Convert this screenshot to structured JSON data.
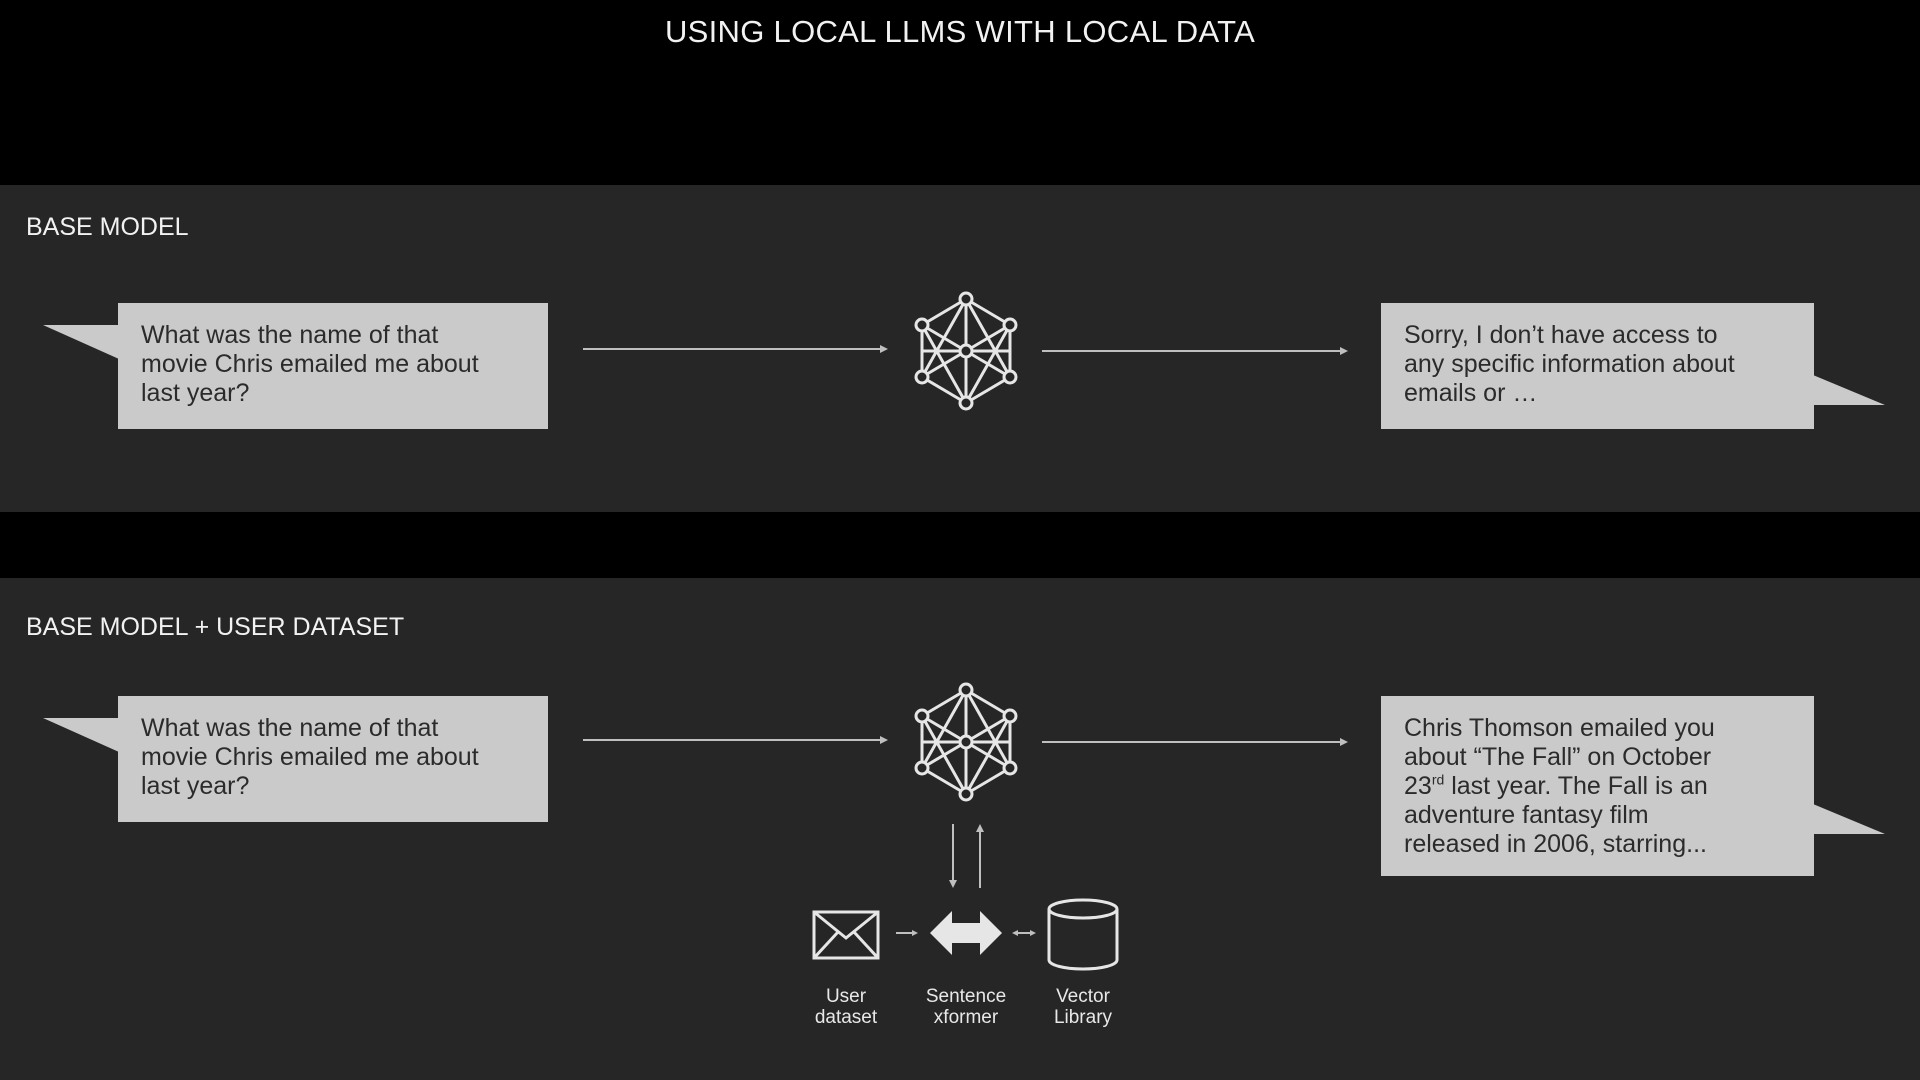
{
  "title": "USING LOCAL LLMS WITH LOCAL DATA",
  "colors": {
    "background": "#000000",
    "panel": "#262626",
    "bubble": "#cacaca",
    "bubble_text": "#2b2b2b",
    "line": "#bfbfbf"
  },
  "sections": {
    "base": {
      "label": "BASE MODEL",
      "question": "What was the name of that\nmovie Chris emailed me about\nlast year?",
      "answer": "Sorry, I don’t have access to\nany specific information about\nemails or …",
      "model_icon": "neural-network-icon"
    },
    "rag": {
      "label": "BASE MODEL + USER DATASET",
      "question": "What was the name of that\nmovie Chris emailed me about\nlast year?",
      "answer_part1": "Chris Thomson emailed you\nabout  “The Fall” on October\n23",
      "answer_sup": "rd",
      "answer_part2": " last year. The Fall is an\nadventure fantasy film\nreleased in 2006, starring...",
      "model_icon": "neural-network-icon",
      "tools": [
        {
          "label": "User\ndataset",
          "icon": "envelope-icon"
        },
        {
          "label": "Sentence\nxformer",
          "icon": "double-arrow-icon"
        },
        {
          "label": "Vector\nLibrary",
          "icon": "database-cylinder-icon"
        }
      ]
    }
  }
}
